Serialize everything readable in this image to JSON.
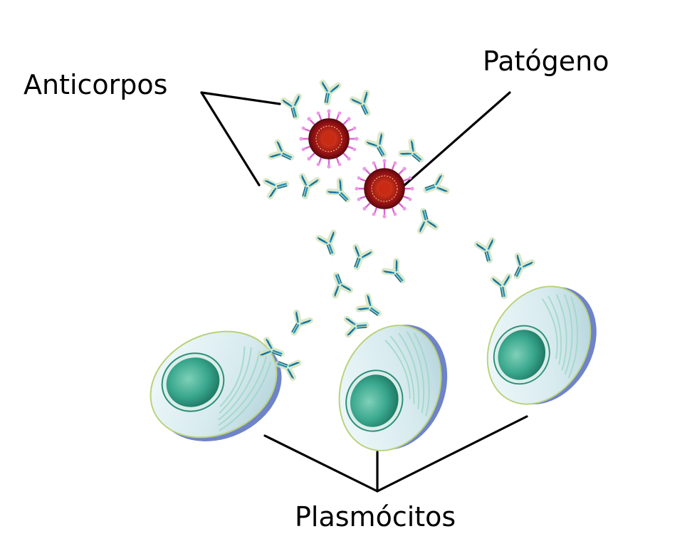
{
  "labels": {
    "antibodies": "Anticorpos",
    "pathogen": "Patógeno",
    "plasma_cells": "Plasmócitos"
  },
  "colors": {
    "antibody_blue": "#1f8fb8",
    "antibody_glow": "#c9dcb0",
    "pathogen_red": "#b01218",
    "pathogen_spikes": "#d96ad8",
    "cell_membrane": "#dcecef",
    "cell_rim": "#6f83c8",
    "nucleus": "#3aa88e",
    "leader_line": "#000000"
  }
}
